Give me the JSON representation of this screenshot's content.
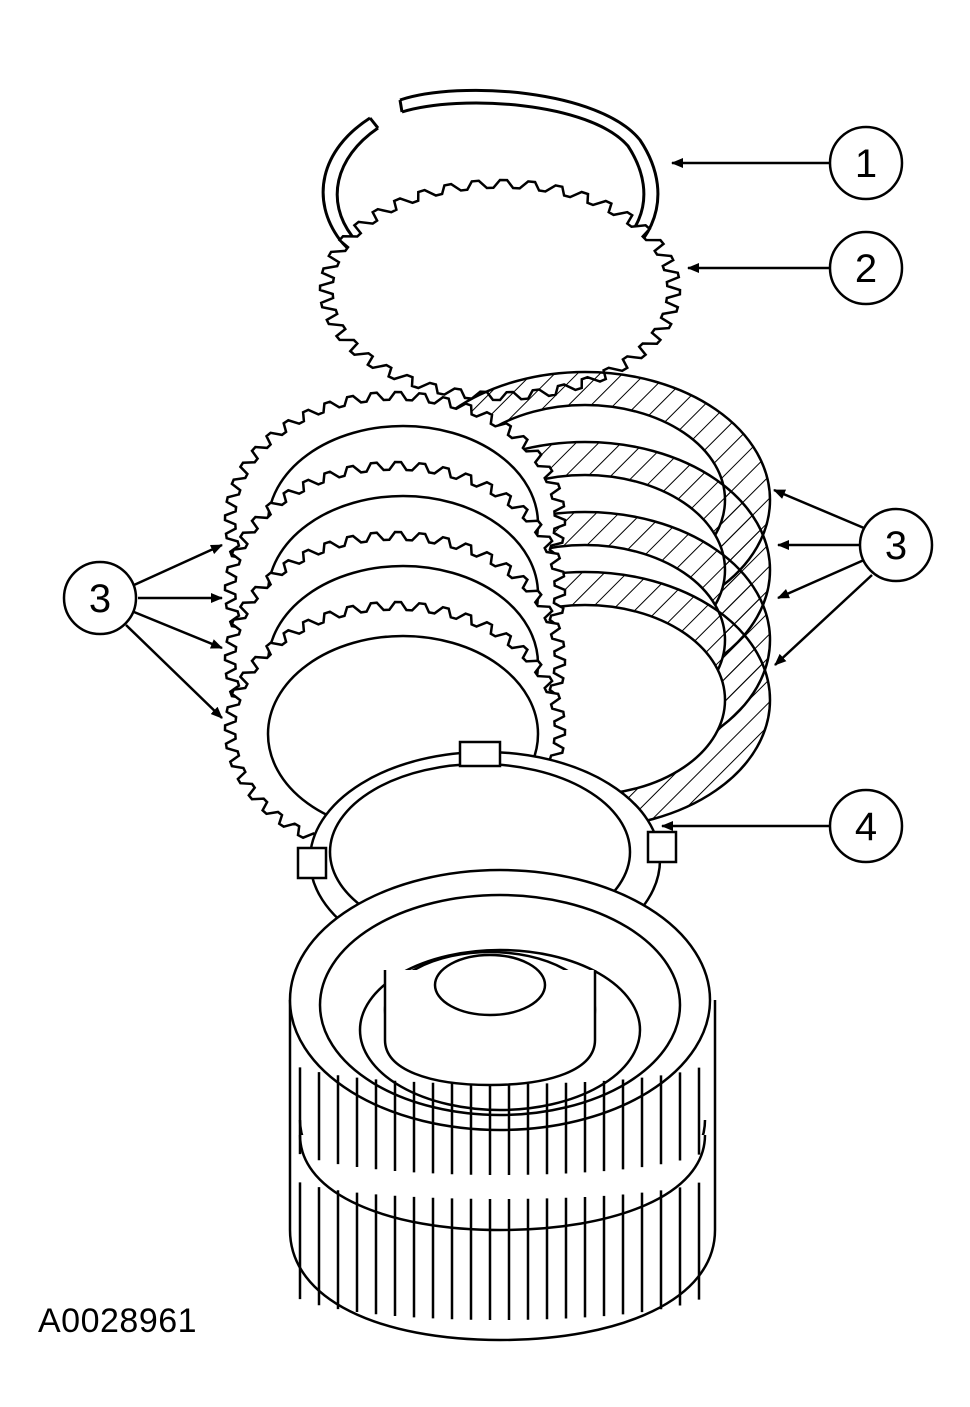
{
  "figure": {
    "id_label": "A0028961"
  },
  "callouts": [
    {
      "number": "1",
      "part": "snap-ring"
    },
    {
      "number": "2",
      "part": "pressure-plate"
    },
    {
      "number": "3",
      "part": "clutch-plates"
    },
    {
      "number": "4",
      "part": "wave-spring"
    }
  ],
  "colors": {
    "ink": "#000000",
    "paper": "#ffffff"
  }
}
